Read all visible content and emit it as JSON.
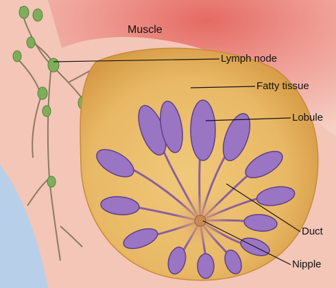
{
  "labels": {
    "muscle": "Muscle",
    "lymph_node": "Lymph node",
    "fatty_tissue": "Fatty tissue",
    "lobule": "Lobule",
    "duct": "Duct",
    "nipple": "Nipple"
  },
  "colors": {
    "muscle": "#e9a29b",
    "skin": "#f3c6b8",
    "fat": "#e8b865",
    "lobule": "#9a75c4",
    "lymph": "#7fae5a",
    "background_blue": "#c7dbf1"
  }
}
